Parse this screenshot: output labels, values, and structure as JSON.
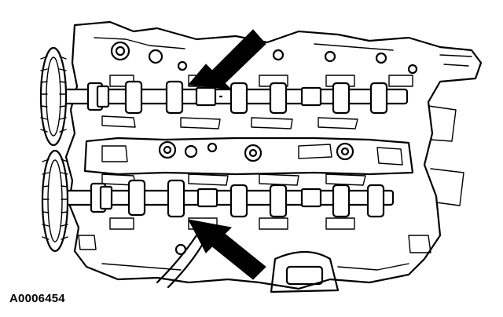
{
  "figure": {
    "code": "A0006454"
  },
  "callouts": [
    {
      "id": "upper-arrow",
      "points_to": "upper-camshaft"
    },
    {
      "id": "lower-arrow",
      "points_to": "lower-camshaft"
    }
  ],
  "colors": {
    "ink": "#000000",
    "background": "#ffffff"
  }
}
